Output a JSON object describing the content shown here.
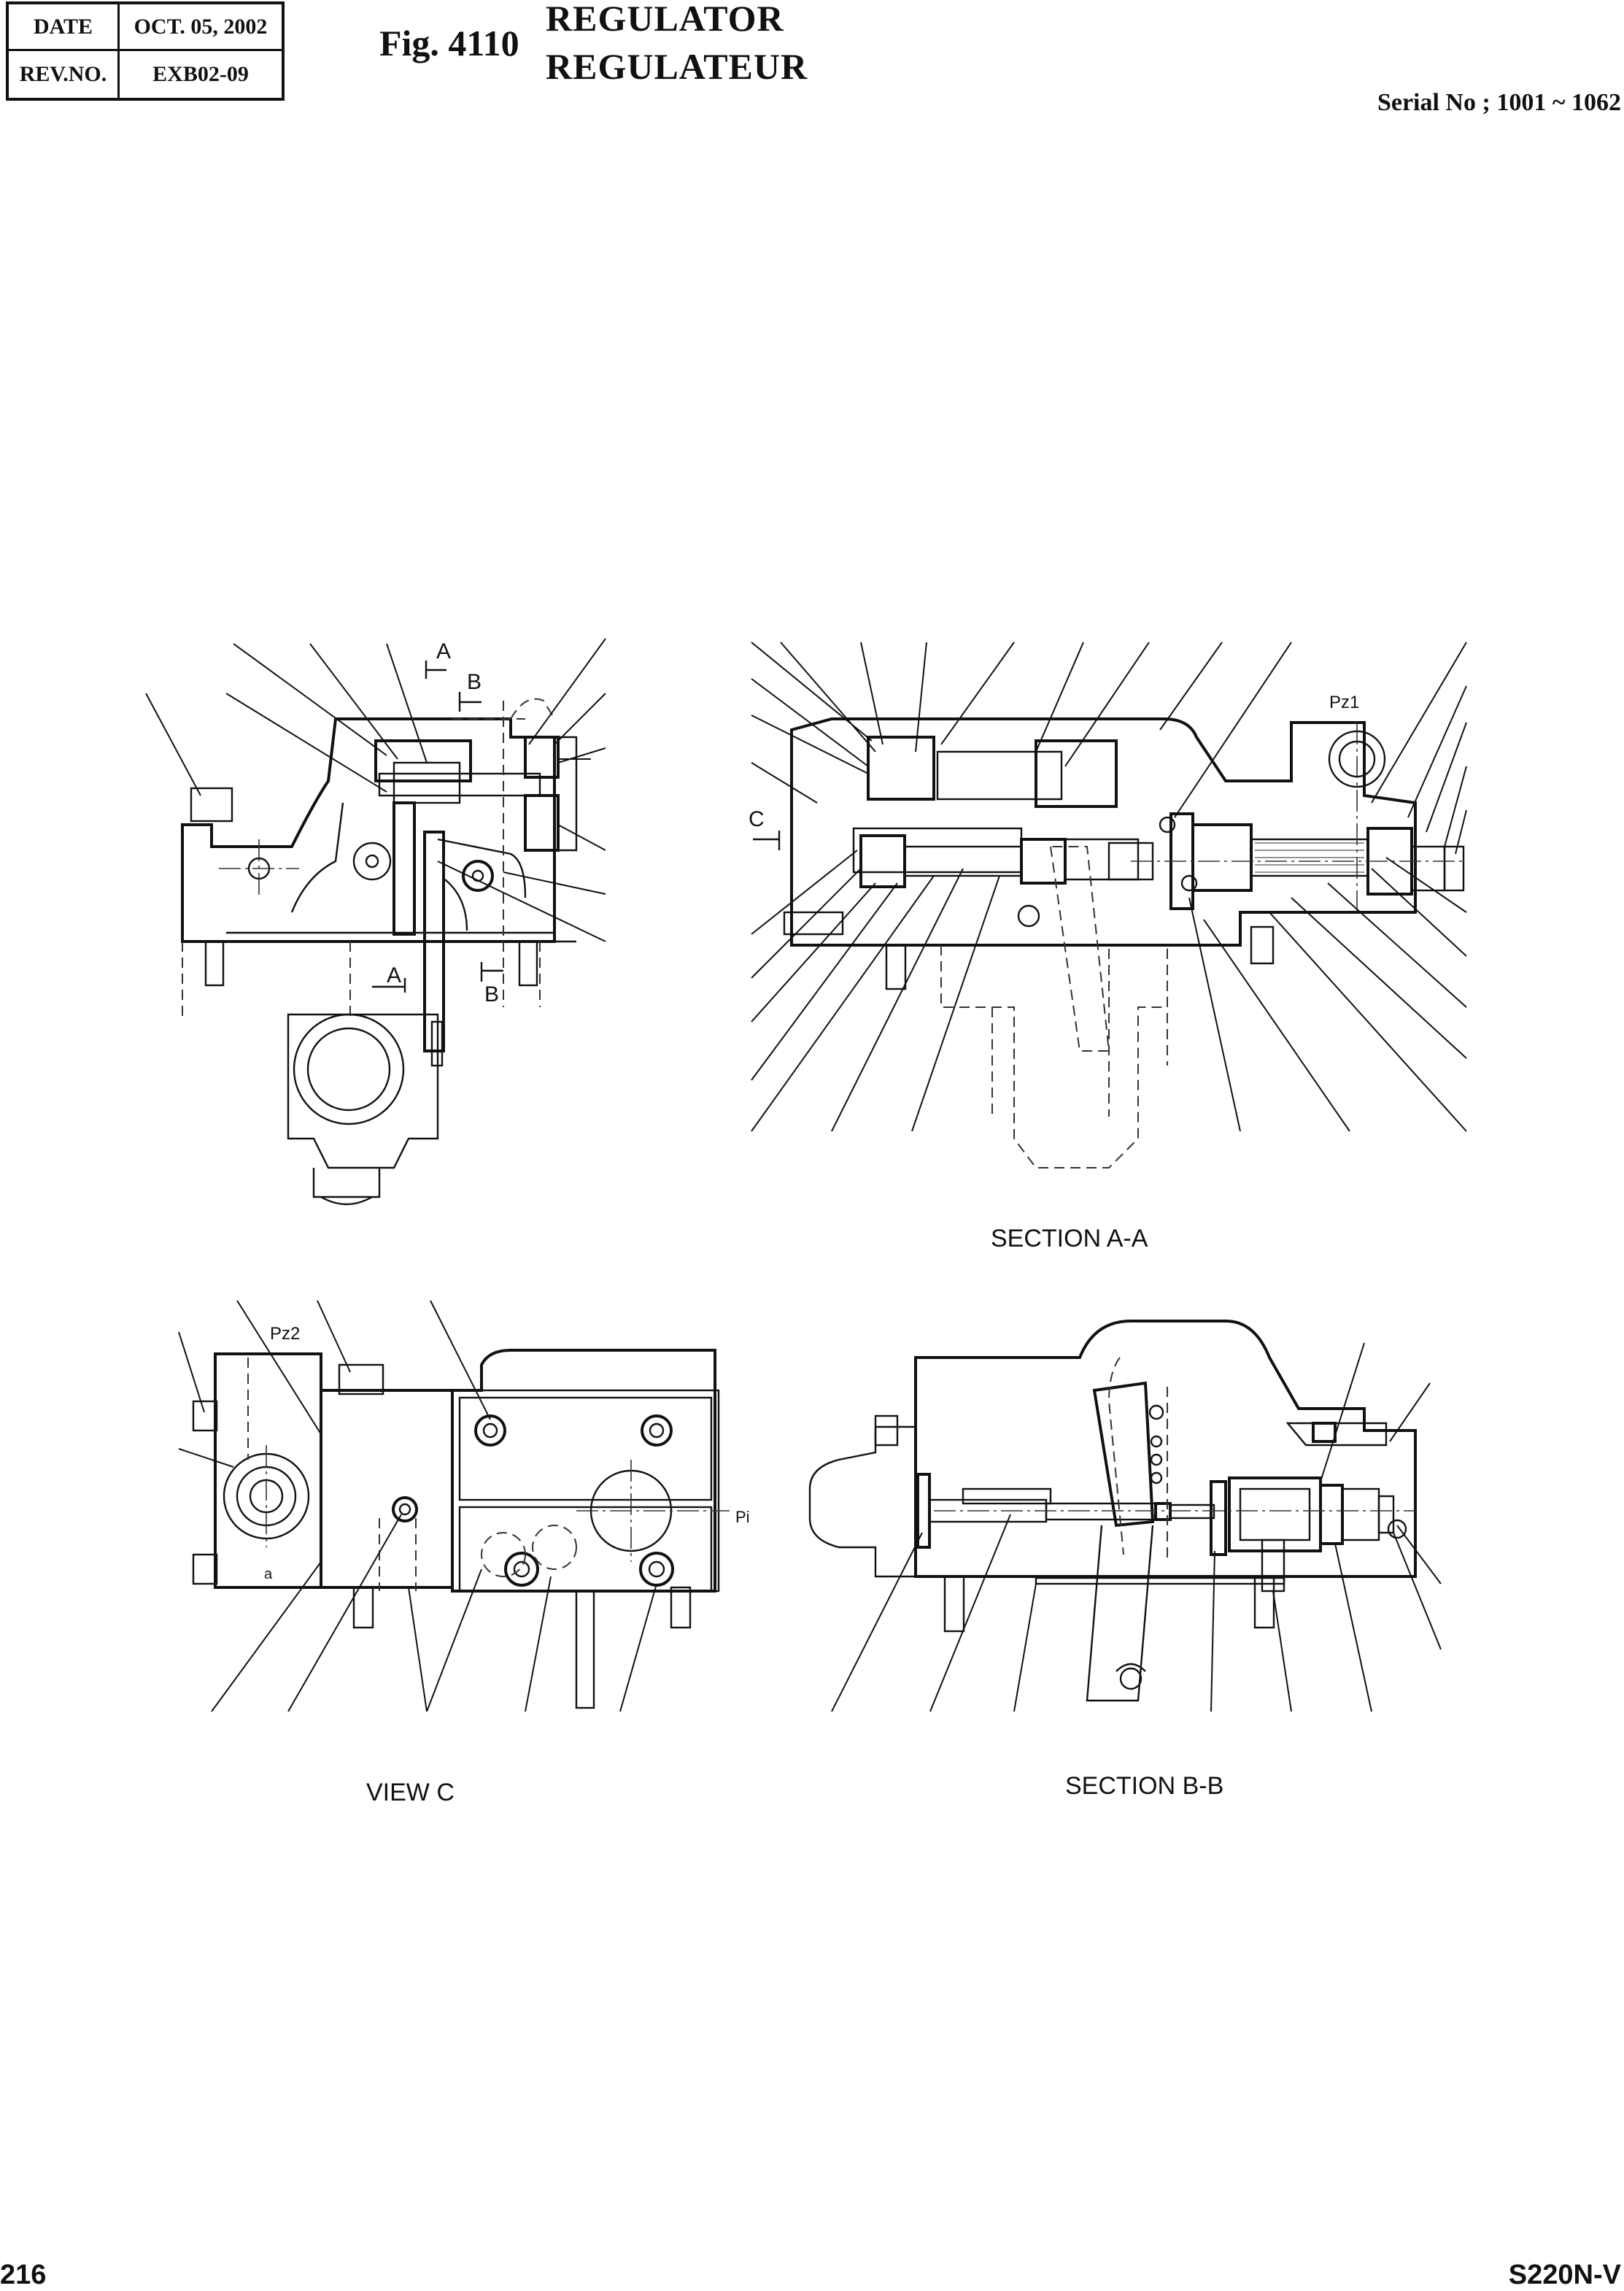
{
  "header": {
    "date_label": "DATE",
    "date_value": "OCT. 05, 2002",
    "rev_label": "REV.NO.",
    "rev_value": "EXB02-09",
    "fig_number": "Fig. 4110",
    "title_en": "REGULATOR",
    "title_fr": "REGULATEUR",
    "serial": "Serial No ; 1001 ~ 1062"
  },
  "views": {
    "section_aa": "SECTION  A-A",
    "view_c": "VIEW  C",
    "section_bb": "SECTION B-B"
  },
  "markers": {
    "a": "A",
    "b": "B",
    "c": "C",
    "pz1": "Pz1",
    "pz2": "Pz2",
    "pi": "Pi",
    "small_a": "a"
  },
  "footer": {
    "page_number": "216",
    "model": "S220N-V"
  }
}
